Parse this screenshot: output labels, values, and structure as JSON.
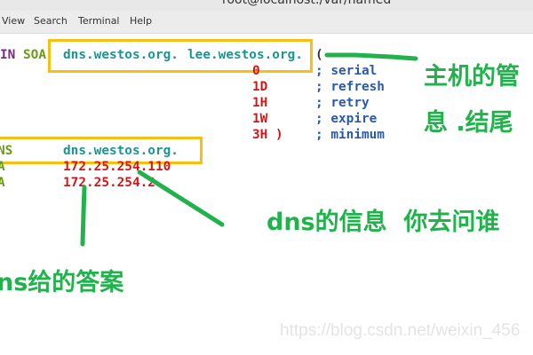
{
  "window": {
    "title": "root@localhost:/var/named"
  },
  "menu": [
    "View",
    "Search",
    "Terminal",
    "Help"
  ],
  "zone": {
    "soa": {
      "class": "IN",
      "type": "SOA",
      "primary": "dns.westos.org.",
      "admin": "lee.westos.org.",
      "open": "("
    },
    "timers": [
      {
        "value": "0",
        "comment": "; serial"
      },
      {
        "value": "1D",
        "comment": "; refresh"
      },
      {
        "value": "1H",
        "comment": "; retry"
      },
      {
        "value": "1W",
        "comment": "; expire"
      },
      {
        "value": "3H )",
        "comment": "; minimum"
      }
    ],
    "ns": {
      "type": "NS",
      "value": "dns.westos.org."
    },
    "a": [
      {
        "type": "A",
        "value": "172.25.254.110"
      },
      {
        "type": "A",
        "value": "172.25.254.2"
      }
    ]
  },
  "annotations": {
    "soa_line1": "主机的管",
    "soa_line2": "息 .结尾",
    "ns": "dns的信息  你去问谁",
    "a": "ns给的答案",
    "color": "#22b24c",
    "box_color": "#f7bf10"
  },
  "watermark": "https://blog.csdn.net/weixin_456"
}
